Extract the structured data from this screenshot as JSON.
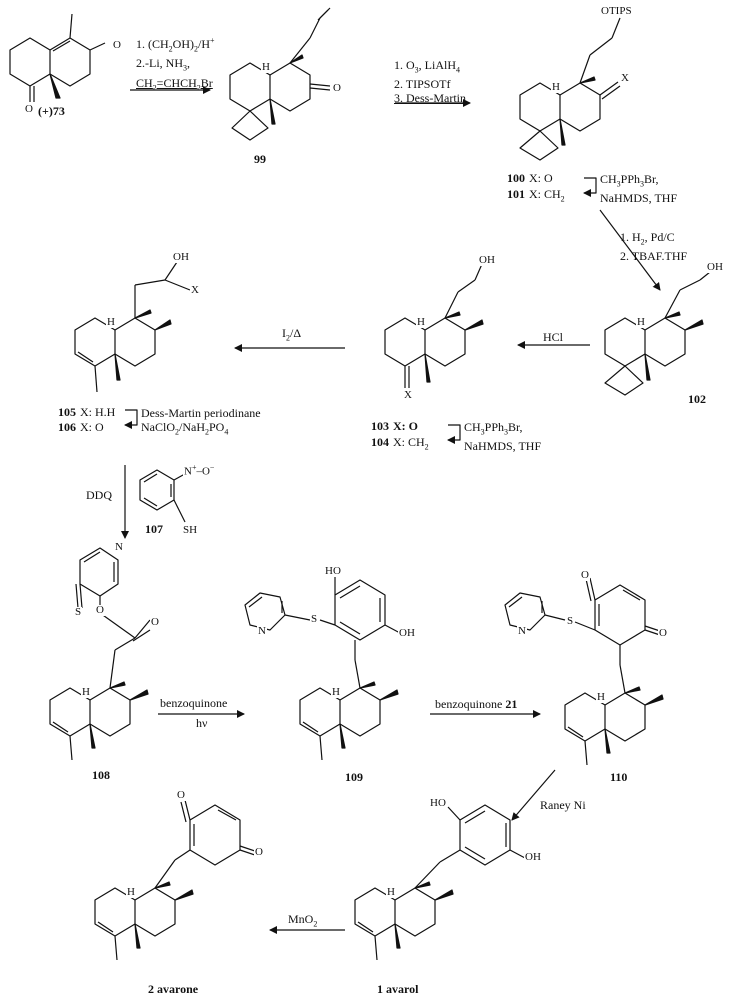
{
  "compounds": {
    "c73": "(+)73",
    "c99": "99",
    "c100": "100",
    "c101": "101",
    "c102": "102",
    "c103": "103",
    "c104": "104",
    "c105": "105",
    "c106": "106",
    "c107": "107",
    "c108": "108",
    "c109": "109",
    "c110": "110",
    "c1": "1",
    "c1_name": "avarol",
    "c2": "2 avarone"
  },
  "substituents": {
    "c100_x": "X: O",
    "c101_x": "X: CH",
    "c103_x": "X: O",
    "c104_x": "X: CH",
    "c105_x": "X: H.H",
    "c106_x": "X: O"
  },
  "atoms": {
    "otips": "OTIPS",
    "x": "X",
    "oh": "OH",
    "ho": "HO",
    "o": "O",
    "h": "H",
    "n": "N",
    "s": "S",
    "sh": "SH",
    "nplus": "N",
    "ominus": "O"
  },
  "conditions": {
    "step1_a": "1. (CH",
    "step1_b": "2.-Li, NH",
    "step1_c": "CH",
    "step2_a": "1. O",
    "step2_a2": ", LiAlH",
    "step2_b": "2. TIPSOTf",
    "step2_c": "3. Dess-Martin",
    "wittig1_a": "CH",
    "wittig1_b": "NaHMDS, THF",
    "hydro_a": "1. H",
    "hydro_a2": ", Pd/C",
    "hydro_b": "2. TBAF.THF",
    "hcl": "HCl",
    "wittig2_a": "CH",
    "wittig2_b": "NaHMDS, THF",
    "iodine": "I",
    "iodine_delta": "/Δ",
    "dess_a": "Dess-Martin periodinane",
    "dess_b": "NaClO",
    "dess_b2": "/NaH",
    "dess_b3": "PO",
    "ddq": "DDQ",
    "bq_top": "benzoquinone",
    "bq_bottom": "hν",
    "bq21": "benzoquinone",
    "bq21_num": "21",
    "raney": "Raney Ni",
    "mno2": "MnO"
  }
}
